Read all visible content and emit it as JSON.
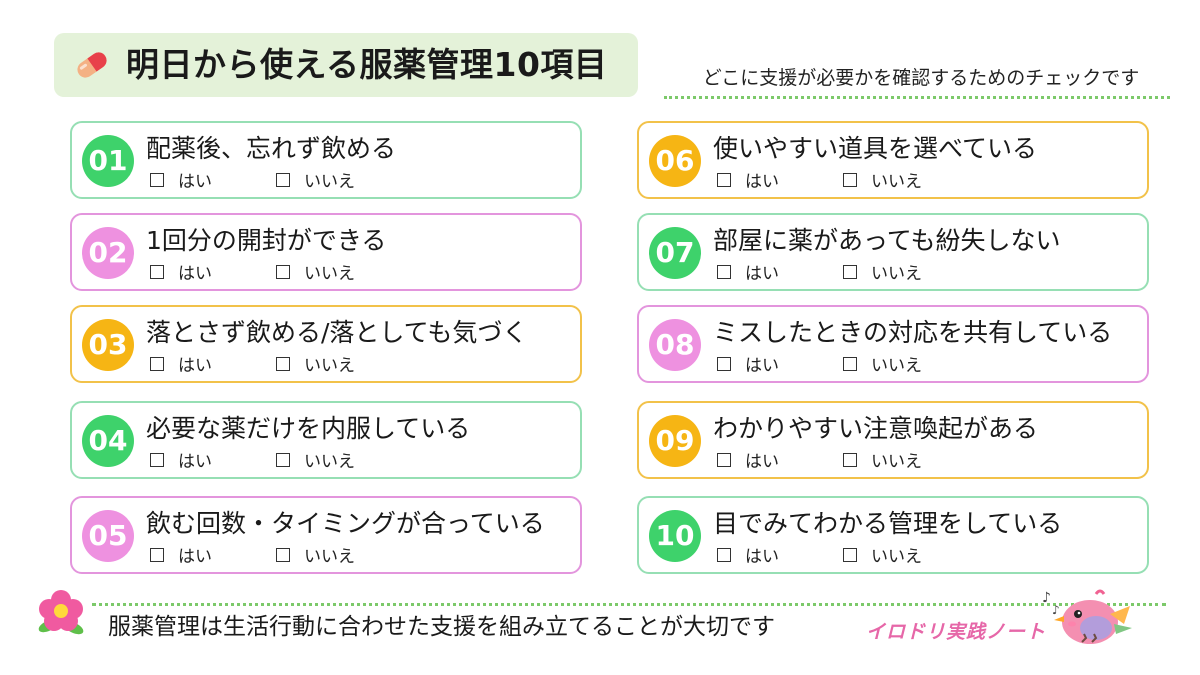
{
  "header": {
    "title": "明日から使える服薬管理10項目",
    "subtitle": "どこに支援が必要かを確認するためのチェックです"
  },
  "options": {
    "yes": "はい",
    "no": "いいえ"
  },
  "items": [
    {
      "num": "01",
      "label": "配薬後、忘れず飲める",
      "color": "green"
    },
    {
      "num": "02",
      "label": "1回分の開封ができる",
      "color": "pink"
    },
    {
      "num": "03",
      "label": "落とさず飲める/落としても気づく",
      "color": "yellow"
    },
    {
      "num": "04",
      "label": "必要な薬だけを内服している",
      "color": "green"
    },
    {
      "num": "05",
      "label": "飲む回数・タイミングが合っている",
      "color": "pink"
    },
    {
      "num": "06",
      "label": "使いやすい道具を選べている",
      "color": "yellow"
    },
    {
      "num": "07",
      "label": "部屋に薬があっても紛失しない",
      "color": "green"
    },
    {
      "num": "08",
      "label": "ミスしたときの対応を共有している",
      "color": "pink"
    },
    {
      "num": "09",
      "label": "わかりやすい注意喚起がある",
      "color": "yellow"
    },
    {
      "num": "10",
      "label": "目でみてわかる管理をしている",
      "color": "green"
    }
  ],
  "footer": {
    "text": "服薬管理は生活行動に合わせた支援を組み立てることが大切です",
    "brand": "イロドリ実践ノート"
  },
  "colors": {
    "green": "#3ed26b",
    "pink": "#ee91e0",
    "yellow": "#f6b514",
    "title_bg": "#e4f2d9",
    "dotline": "#7cc96a"
  },
  "icons": [
    "pill-icon",
    "flower-icon",
    "bird-mascot-icon"
  ]
}
